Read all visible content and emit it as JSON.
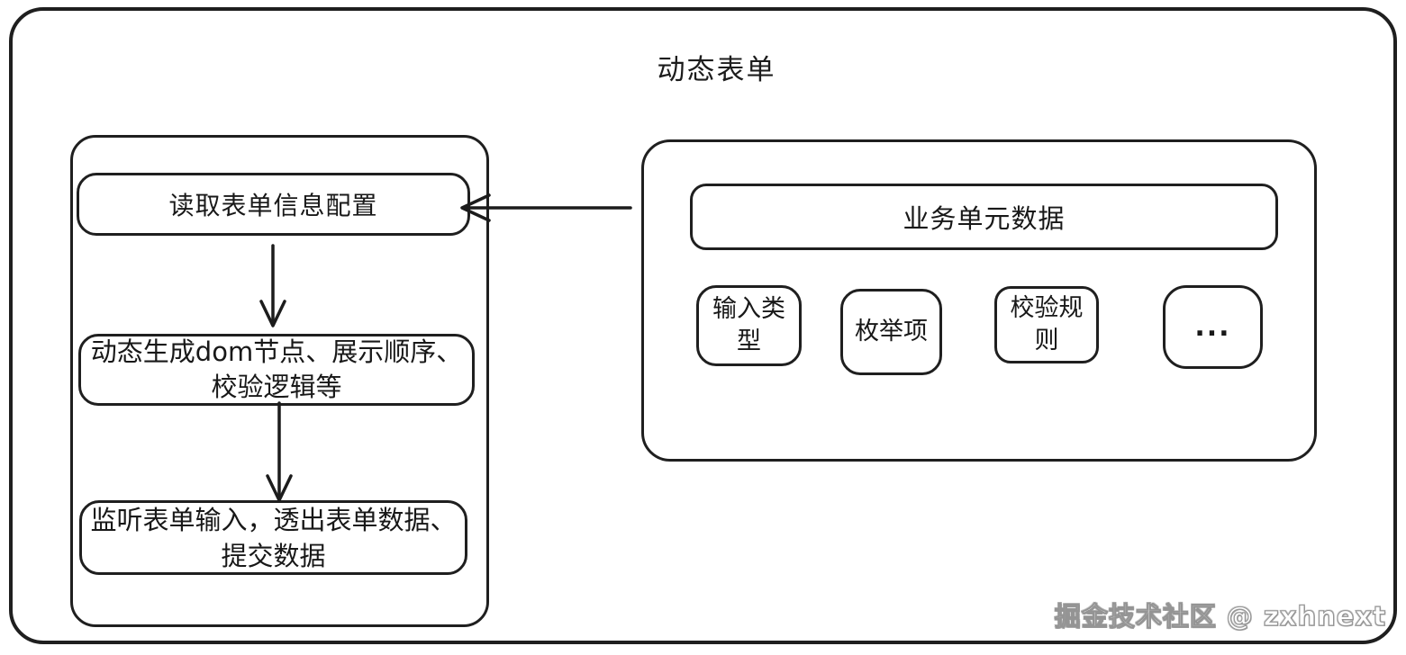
{
  "diagram": {
    "title": "动态表单",
    "flow_panel": {
      "steps": [
        {
          "label": "读取表单信息配置"
        },
        {
          "label": "动态生成dom节点、展示顺序、校验逻辑等"
        },
        {
          "label": "监听表单输入，透出表单数据、提交数据"
        }
      ]
    },
    "data_panel": {
      "header": "业务单元数据",
      "items": [
        {
          "label": "输入类型"
        },
        {
          "label": "枚举项"
        },
        {
          "label": "校验规则"
        },
        {
          "label": "..."
        }
      ]
    },
    "arrows": [
      {
        "from": "业务单元数据",
        "to": "读取表单信息配置",
        "direction": "left"
      },
      {
        "from": "读取表单信息配置",
        "to": "动态生成dom节点、展示顺序、校验逻辑等",
        "direction": "down"
      },
      {
        "from": "动态生成dom节点、展示顺序、校验逻辑等",
        "to": "监听表单输入，透出表单数据、提交数据",
        "direction": "down"
      }
    ],
    "watermark": "掘金技术社区 @ zxhnext",
    "colors": {
      "stroke": "#1f1f1f",
      "background": "#ffffff",
      "watermark_fill": "#ffffff",
      "watermark_outline": "#949494"
    }
  }
}
